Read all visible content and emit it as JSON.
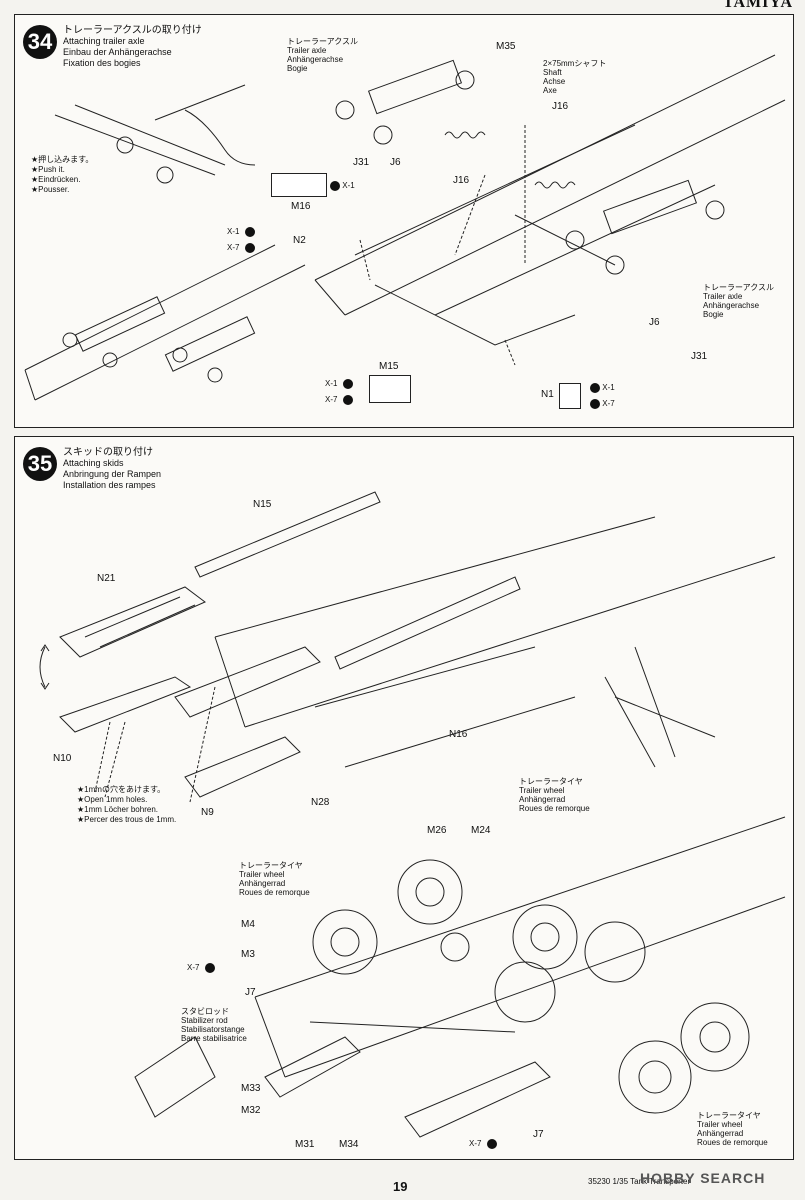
{
  "header": {
    "brand": "TAMIYA"
  },
  "step34": {
    "number": "34",
    "title_jp": "トレーラーアクスルの取り付け",
    "title_en": "Attaching trailer axle",
    "title_de": "Einbau der Anhängerachse",
    "title_fr": "Fixation des bogies",
    "push_note": [
      "★押し込みます。",
      "★Push it.",
      "★Eindrücken.",
      "★Pousser."
    ],
    "axle_top": [
      "トレーラーアクスル",
      "Trailer axle",
      "Anhängerachse",
      "Bogie"
    ],
    "axle_right": [
      "トレーラーアクスル",
      "Trailer axle",
      "Anhängerachse",
      "Bogie"
    ],
    "shaft": [
      "2×75mmシャフト",
      "Shaft",
      "Achse",
      "Axe"
    ],
    "parts": {
      "m35": "M35",
      "j16a": "J16",
      "j16b": "J16",
      "j31a": "J31",
      "j6a": "J6",
      "m16": "M16",
      "n2": "N2",
      "m15": "M15",
      "n1": "N1",
      "j6b": "J6",
      "j31b": "J31"
    },
    "colors": {
      "x1": "X-1",
      "x7": "X-7"
    }
  },
  "step35": {
    "number": "35",
    "title_jp": "スキッドの取り付け",
    "title_en": "Attaching skids",
    "title_de": "Anbringung der Rampen",
    "title_fr": "Installation des rampes",
    "drill_note": [
      "★1mmの穴をあけます。",
      "★Open 1mm holes.",
      "★1mm Löcher bohren.",
      "★Percer des trous de 1mm."
    ],
    "wheel_a": [
      "トレーラータイヤ",
      "Trailer wheel",
      "Anhängerrad",
      "Roues de remorque"
    ],
    "wheel_b": [
      "トレーラータイヤ",
      "Trailer wheel",
      "Anhängerrad",
      "Roues de remorque"
    ],
    "wheel_c": [
      "トレーラータイヤ",
      "Trailer wheel",
      "Anhängerrad",
      "Roues de remorque"
    ],
    "stabilizer": [
      "スタビロッド",
      "Stabilizer rod",
      "Stabilisatorstange",
      "Barre stabilisatrice"
    ],
    "parts": {
      "n15": "N15",
      "n21": "N21",
      "n10": "N10",
      "n16": "N16",
      "n28": "N28",
      "n9": "N9",
      "m26": "M26",
      "m24": "M24",
      "m4": "M4",
      "m3": "M3",
      "j7a": "J7",
      "m33": "M33",
      "m32": "M32",
      "m31": "M31",
      "m34": "M34",
      "j7b": "J7"
    },
    "colors": {
      "x7a": "X-7",
      "x7b": "X-7"
    }
  },
  "footer": {
    "page": "19",
    "code": "35230 1/35 Tank Transporter",
    "watermark": "HOBBY SEARCH"
  }
}
